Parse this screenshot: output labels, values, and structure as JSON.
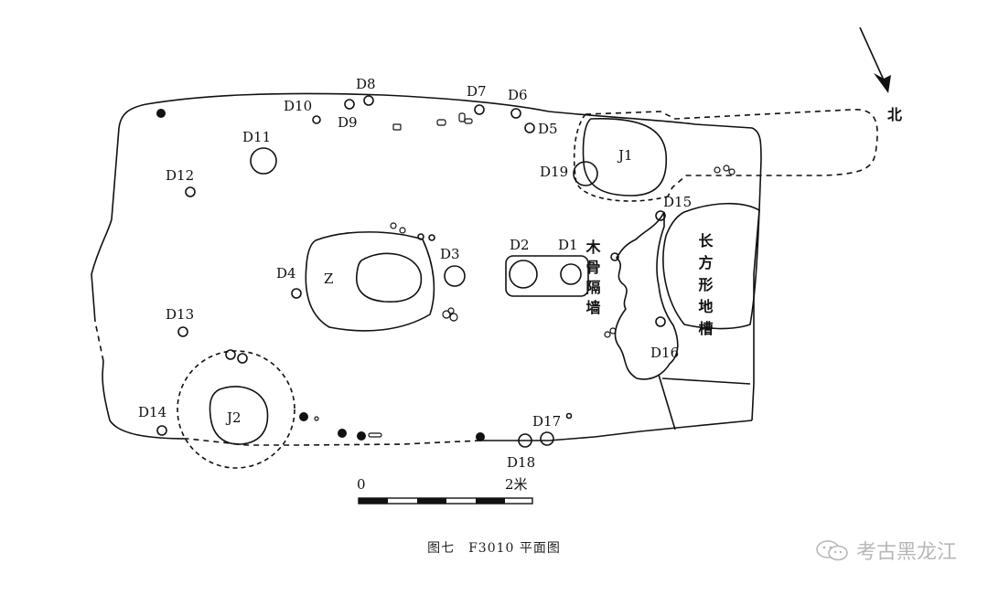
{
  "plan": {
    "post_holes": [
      "D1",
      "D2",
      "D3",
      "D4",
      "D5",
      "D6",
      "D7",
      "D8",
      "D9",
      "D10",
      "D11",
      "D12",
      "D13",
      "D14",
      "D15",
      "D16",
      "D17",
      "D18",
      "D19"
    ],
    "features": {
      "hearth": "Z",
      "pit_1": "J1",
      "pit_2": "J2"
    },
    "wooden_wall": "木骨隔墙",
    "trench": "长方形地槽",
    "north_arrow": "北",
    "scale_bar": {
      "start": "0",
      "end": "2米"
    }
  },
  "caption": "图七　F3010 平面图",
  "watermark": {
    "text": "考古黑龙江",
    "icon": "wechat-logo-icon"
  }
}
